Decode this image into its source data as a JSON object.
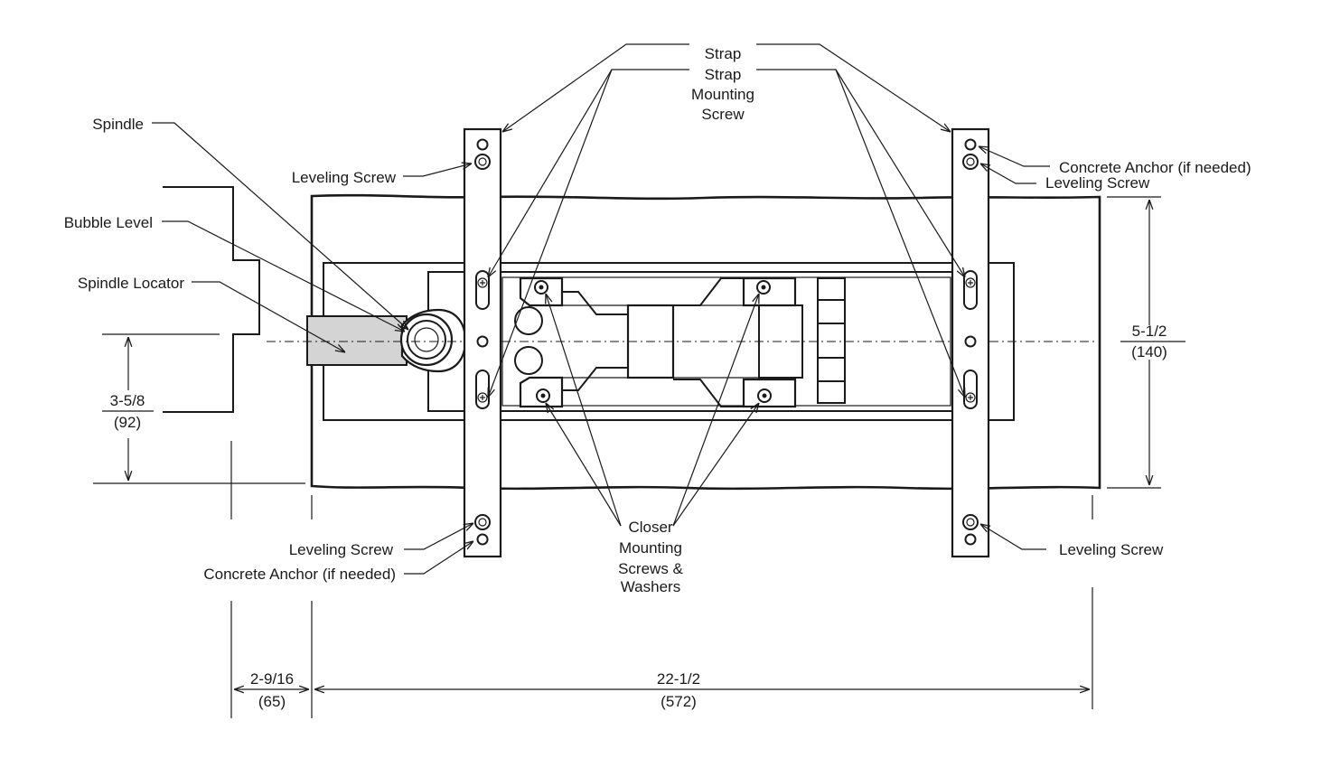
{
  "diagram": {
    "labels": {
      "strap": "Strap",
      "strap_mounting_1": "Strap",
      "strap_mounting_2": "Mounting",
      "strap_mounting_3": "Screw",
      "spindle": "Spindle",
      "bubble_level": "Bubble Level",
      "spindle_locator": "Spindle Locator",
      "leveling_screw_top_left": "Leveling Screw",
      "leveling_screw_top_right": "Leveling Screw",
      "leveling_screw_bottom_left": "Leveling Screw",
      "leveling_screw_bottom_right": "Leveling Screw",
      "concrete_anchor_top_right": "Concrete Anchor (if needed)",
      "concrete_anchor_bottom_left": "Concrete Anchor (if needed)",
      "closer_1": "Closer",
      "closer_2": "Mounting",
      "closer_3": "Screws &",
      "closer_4": "Washers"
    },
    "dimensions": {
      "d1_frac": "3-5/8",
      "d1_mm": "(92)",
      "d2_frac": "5-1/2",
      "d2_mm": "(140)",
      "d3_frac": "2-9/16",
      "d3_mm": "(65)",
      "d4_frac": "22-1/2",
      "d4_mm": "(572)"
    },
    "colors": {
      "ink": "#1a1a1a",
      "locator_fill": "#d4d4d4"
    }
  }
}
